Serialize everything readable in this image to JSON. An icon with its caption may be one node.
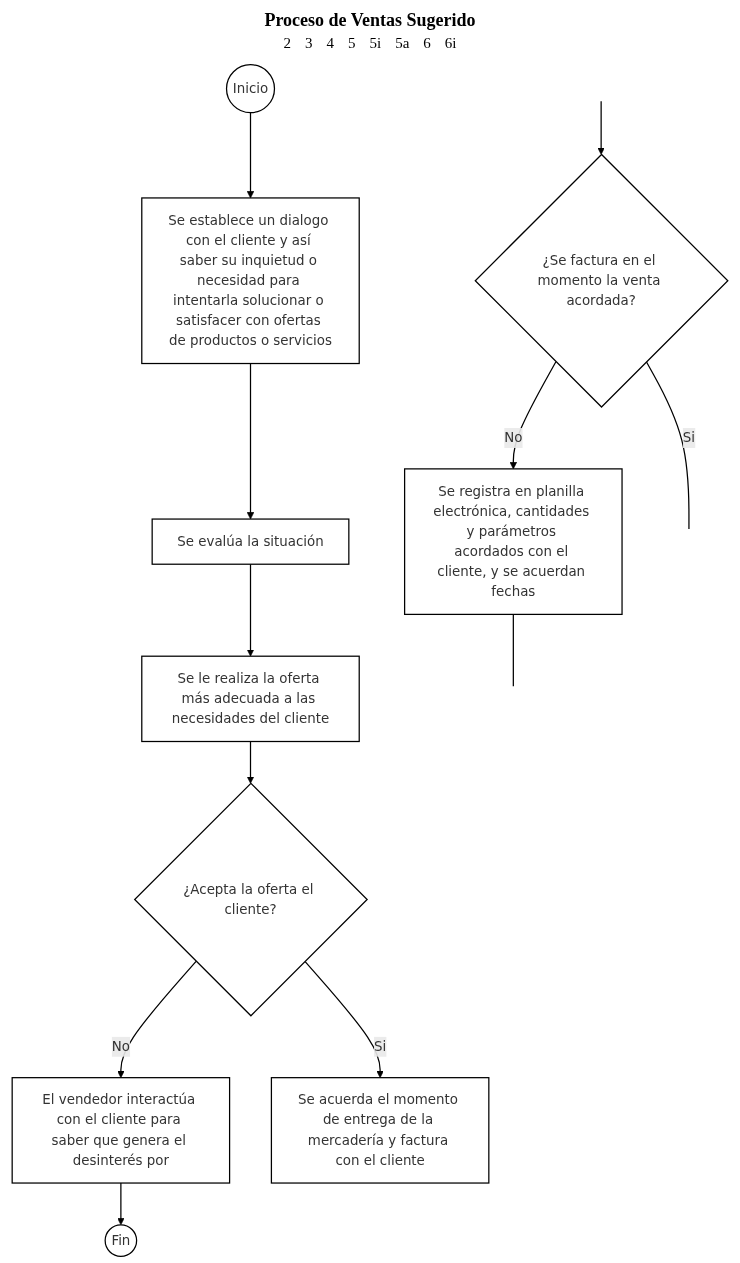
{
  "diagram": {
    "title": "Proceso de Ventas Sugerido",
    "nodes": [
      {
        "text": [
          "Inicio"
        ]
      },
      {
        "text": [
          "Se establece un dialogo con el cliente y así saber su inquietud o necesidad para intentarla solucionar o satisfacer con ofertas de productos o servicios"
        ]
      },
      {
        "text": [
          "Se evalúa la situación"
        ]
      },
      {
        "text": [
          "Se le realiza la oferta más adecuada a las necesidades del cliente"
        ]
      },
      {
        "text": [
          "¿Acepta la oferta el cliente?"
        ]
      },
      {
        "text": [
          "El vendedor interactúa con el cliente para saber que genera el desinterés por"
        ]
      },
      {
        "text": [
          "Fin"
        ]
      },
      {
        "text": [
          "Se acuerda el momento de entrega de la mercadería y factura con el cliente"
        ]
      },
      {
        "text": [
          "¿Se factura en el momento la venta acordada?"
        ]
      },
      {
        "text": [
          "Se registra en planilla electrónica, cantidades y parámetros acordados con el cliente, y se acuerdan fechas"
        ]
      }
    ],
    "edges": [
      {
        "from": 0,
        "to": 1,
        "arrow": "to"
      },
      {
        "from": 1,
        "to": 2,
        "arrow": "to"
      },
      {
        "from": 2,
        "to": 3,
        "arrow": "to"
      },
      {
        "from": 3,
        "to": 4,
        "arrow": "to"
      },
      {
        "from": 4,
        "to": 5,
        "arrow": "to",
        "label": "No"
      },
      {
        "from": 5,
        "to": 6,
        "arrow": "to"
      },
      {
        "from": 4,
        "to": 7,
        "arrow": "to",
        "label": "Si"
      },
      {
        "from": null,
        "to": 8,
        "arrow": "to"
      },
      {
        "from": 8,
        "to": 9,
        "arrow": "to",
        "label": "No"
      },
      {
        "from": 8,
        "to": null,
        "arrow": "none",
        "label": "Si"
      },
      {
        "from": 9,
        "to": null,
        "arrow": "none"
      }
    ],
    "labels": [
      "2",
      "3",
      "4",
      "5",
      "5i",
      "5a",
      "6",
      "6i"
    ]
  }
}
